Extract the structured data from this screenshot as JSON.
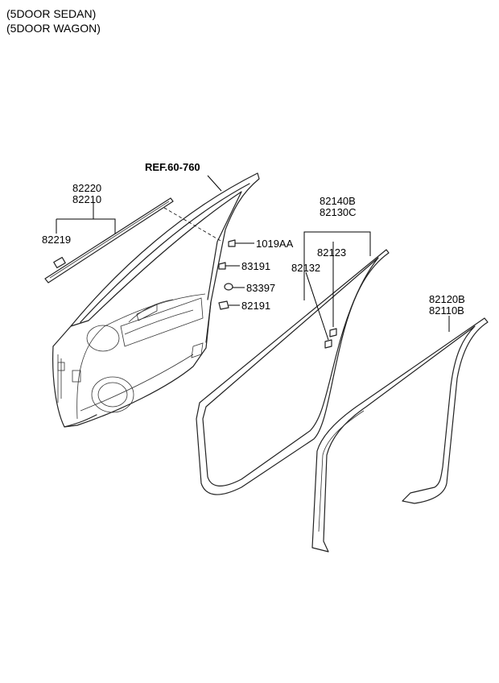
{
  "header": {
    "line1": "(5DOOR SEDAN)",
    "line2": "(5DOOR WAGON)"
  },
  "labels": {
    "ref": "REF.60-760",
    "p82220": "82220",
    "p82210": "82210",
    "p82219": "82219",
    "p1019AA": "1019AA",
    "p83191": "83191",
    "p83397": "83397",
    "p82191": "82191",
    "p82140B": "82140B",
    "p82130C": "82130C",
    "p82123": "82123",
    "p82132": "82132",
    "p82120B": "82120B",
    "p82110B": "82110B"
  }
}
